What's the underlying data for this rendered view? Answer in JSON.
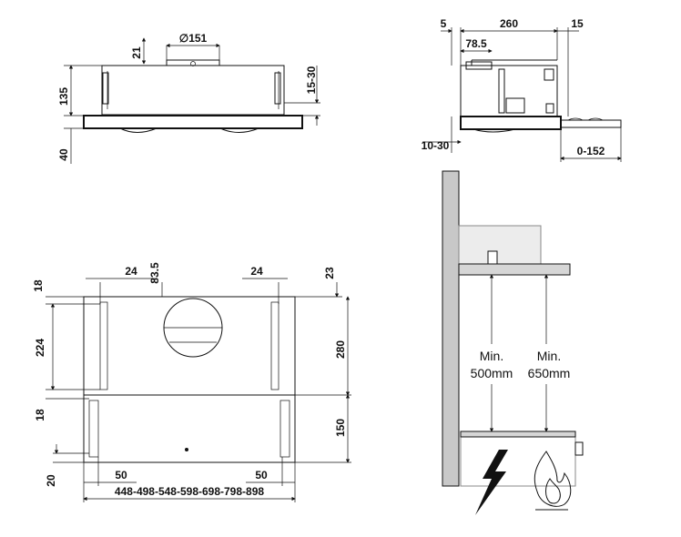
{
  "colors": {
    "line": "#111111",
    "wall_fill": "#c8c8c8",
    "hood_fill": "#d6d6d6",
    "background": "#ffffff"
  },
  "front_view": {
    "dim_top_gap": "21",
    "dim_duct_diameter": "∅151",
    "dim_height": "135",
    "dim_visor": "40",
    "dim_side_gap": "15-30"
  },
  "side_view": {
    "dim_rear": "5",
    "dim_depth": "260",
    "dim_front": "15",
    "dim_duct_offset": "78.5",
    "dim_wall_gap": "10-30",
    "dim_extension": "0-152"
  },
  "bottom_view": {
    "dim_top_18": "18",
    "dim_left_24": "24",
    "dim_duct_83": "83.5",
    "dim_right_24": "24",
    "dim_right_23": "23",
    "dim_224": "224",
    "dim_280": "280",
    "dim_mid_18": "18",
    "dim_150": "150",
    "dim_20": "20",
    "dim_50_left": "50",
    "dim_50_right": "50",
    "widths": "448-498-548-598-698-798-898"
  },
  "install_view": {
    "min_electric_line1": "Min.",
    "min_electric_line2": "500mm",
    "min_gas_line1": "Min.",
    "min_gas_line2": "650mm",
    "electric_icon": "lightning-bolt-icon",
    "gas_icon": "flame-icon"
  }
}
